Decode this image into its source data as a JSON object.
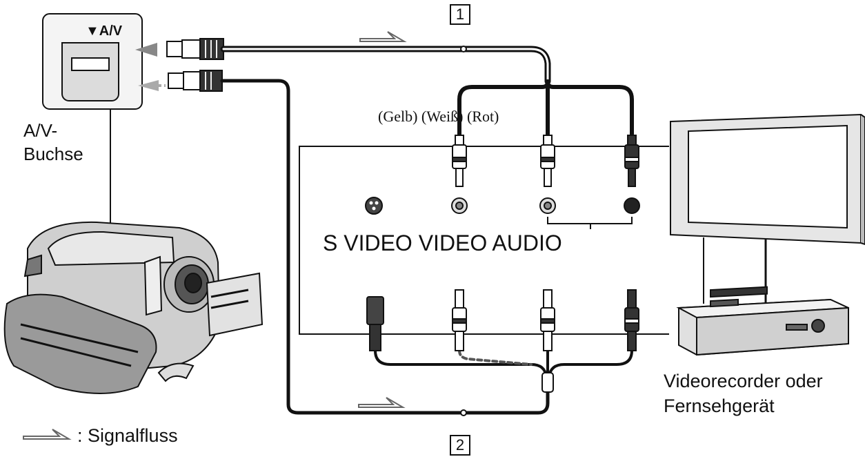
{
  "labels": {
    "av_jack_symbol": "▼A/V",
    "av_jack_line1": "A/V-",
    "av_jack_line2": "Buchse",
    "color_labels": "(Gelb) (Weiß) (Rot)",
    "inputs": "S VIDEO VIDEO AUDIO",
    "device_line1": "Videorecorder oder",
    "device_line2": "Fernsehgerät",
    "legend": ": Signalfluss",
    "callout_1": "1",
    "callout_2": "2"
  },
  "colors": {
    "line": "#111111",
    "gray_fill": "#cfcfcf",
    "dark_fill": "#2a2a2a",
    "light_fill": "#ececec"
  }
}
